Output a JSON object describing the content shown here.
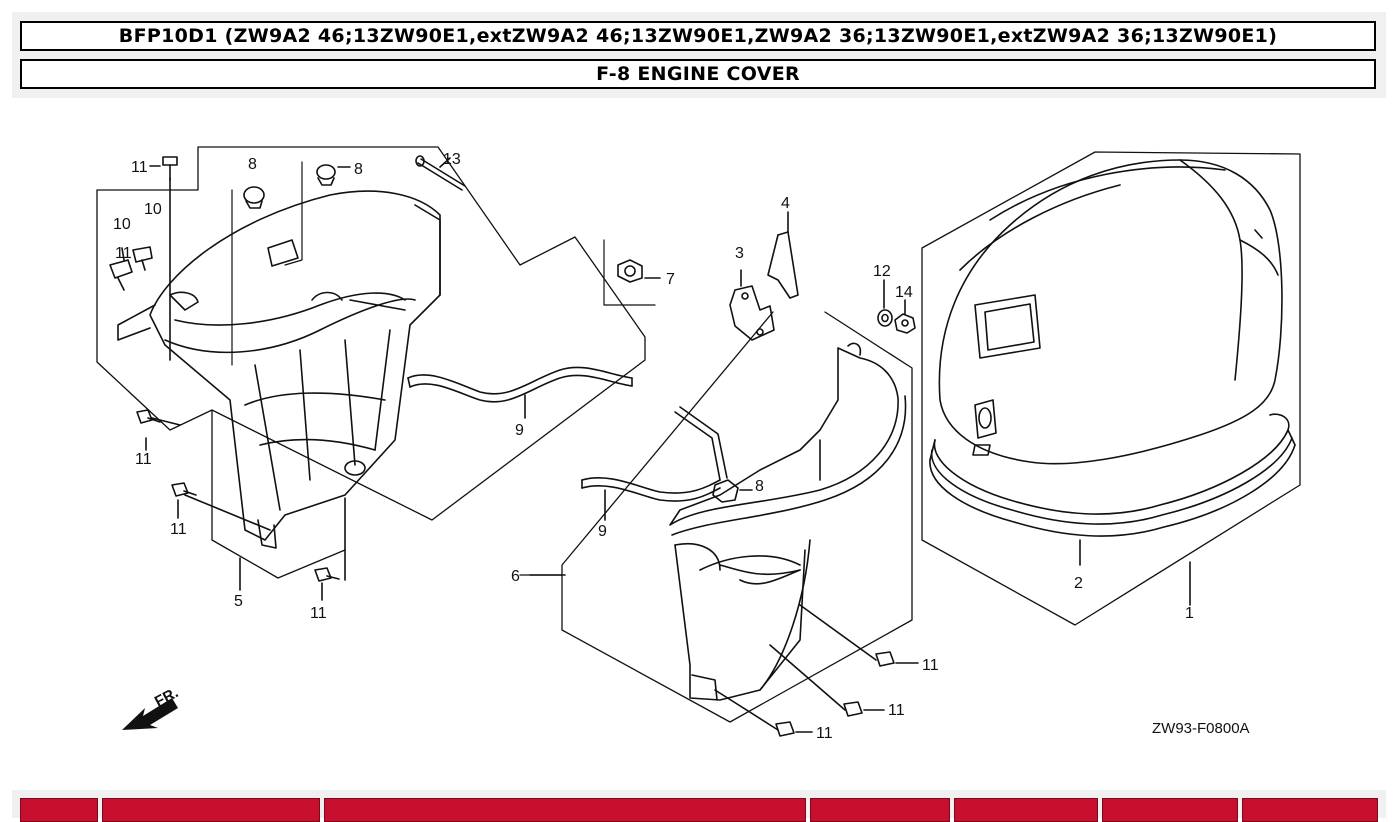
{
  "header": {
    "model": "BFP10D1 (ZW9A2 46;13ZW90E1,extZW9A2 46;13ZW90E1,ZW9A2 36;13ZW90E1,extZW9A2 36;13ZW90E1)",
    "section": "F-8 ENGINE COVER"
  },
  "diagram": {
    "code": "ZW93-F0800A",
    "front_label": "FR.",
    "callouts": [
      "1",
      "2",
      "3",
      "4",
      "5",
      "6",
      "7",
      "8",
      "8",
      "8",
      "9",
      "9",
      "10",
      "10",
      "11",
      "11",
      "11",
      "11",
      "11",
      "11",
      "11",
      "11",
      "12",
      "13",
      "14"
    ]
  },
  "table_header": {
    "visible_column_count": 7
  },
  "colors": {
    "accent": "#c8102e",
    "ink": "#111111"
  }
}
